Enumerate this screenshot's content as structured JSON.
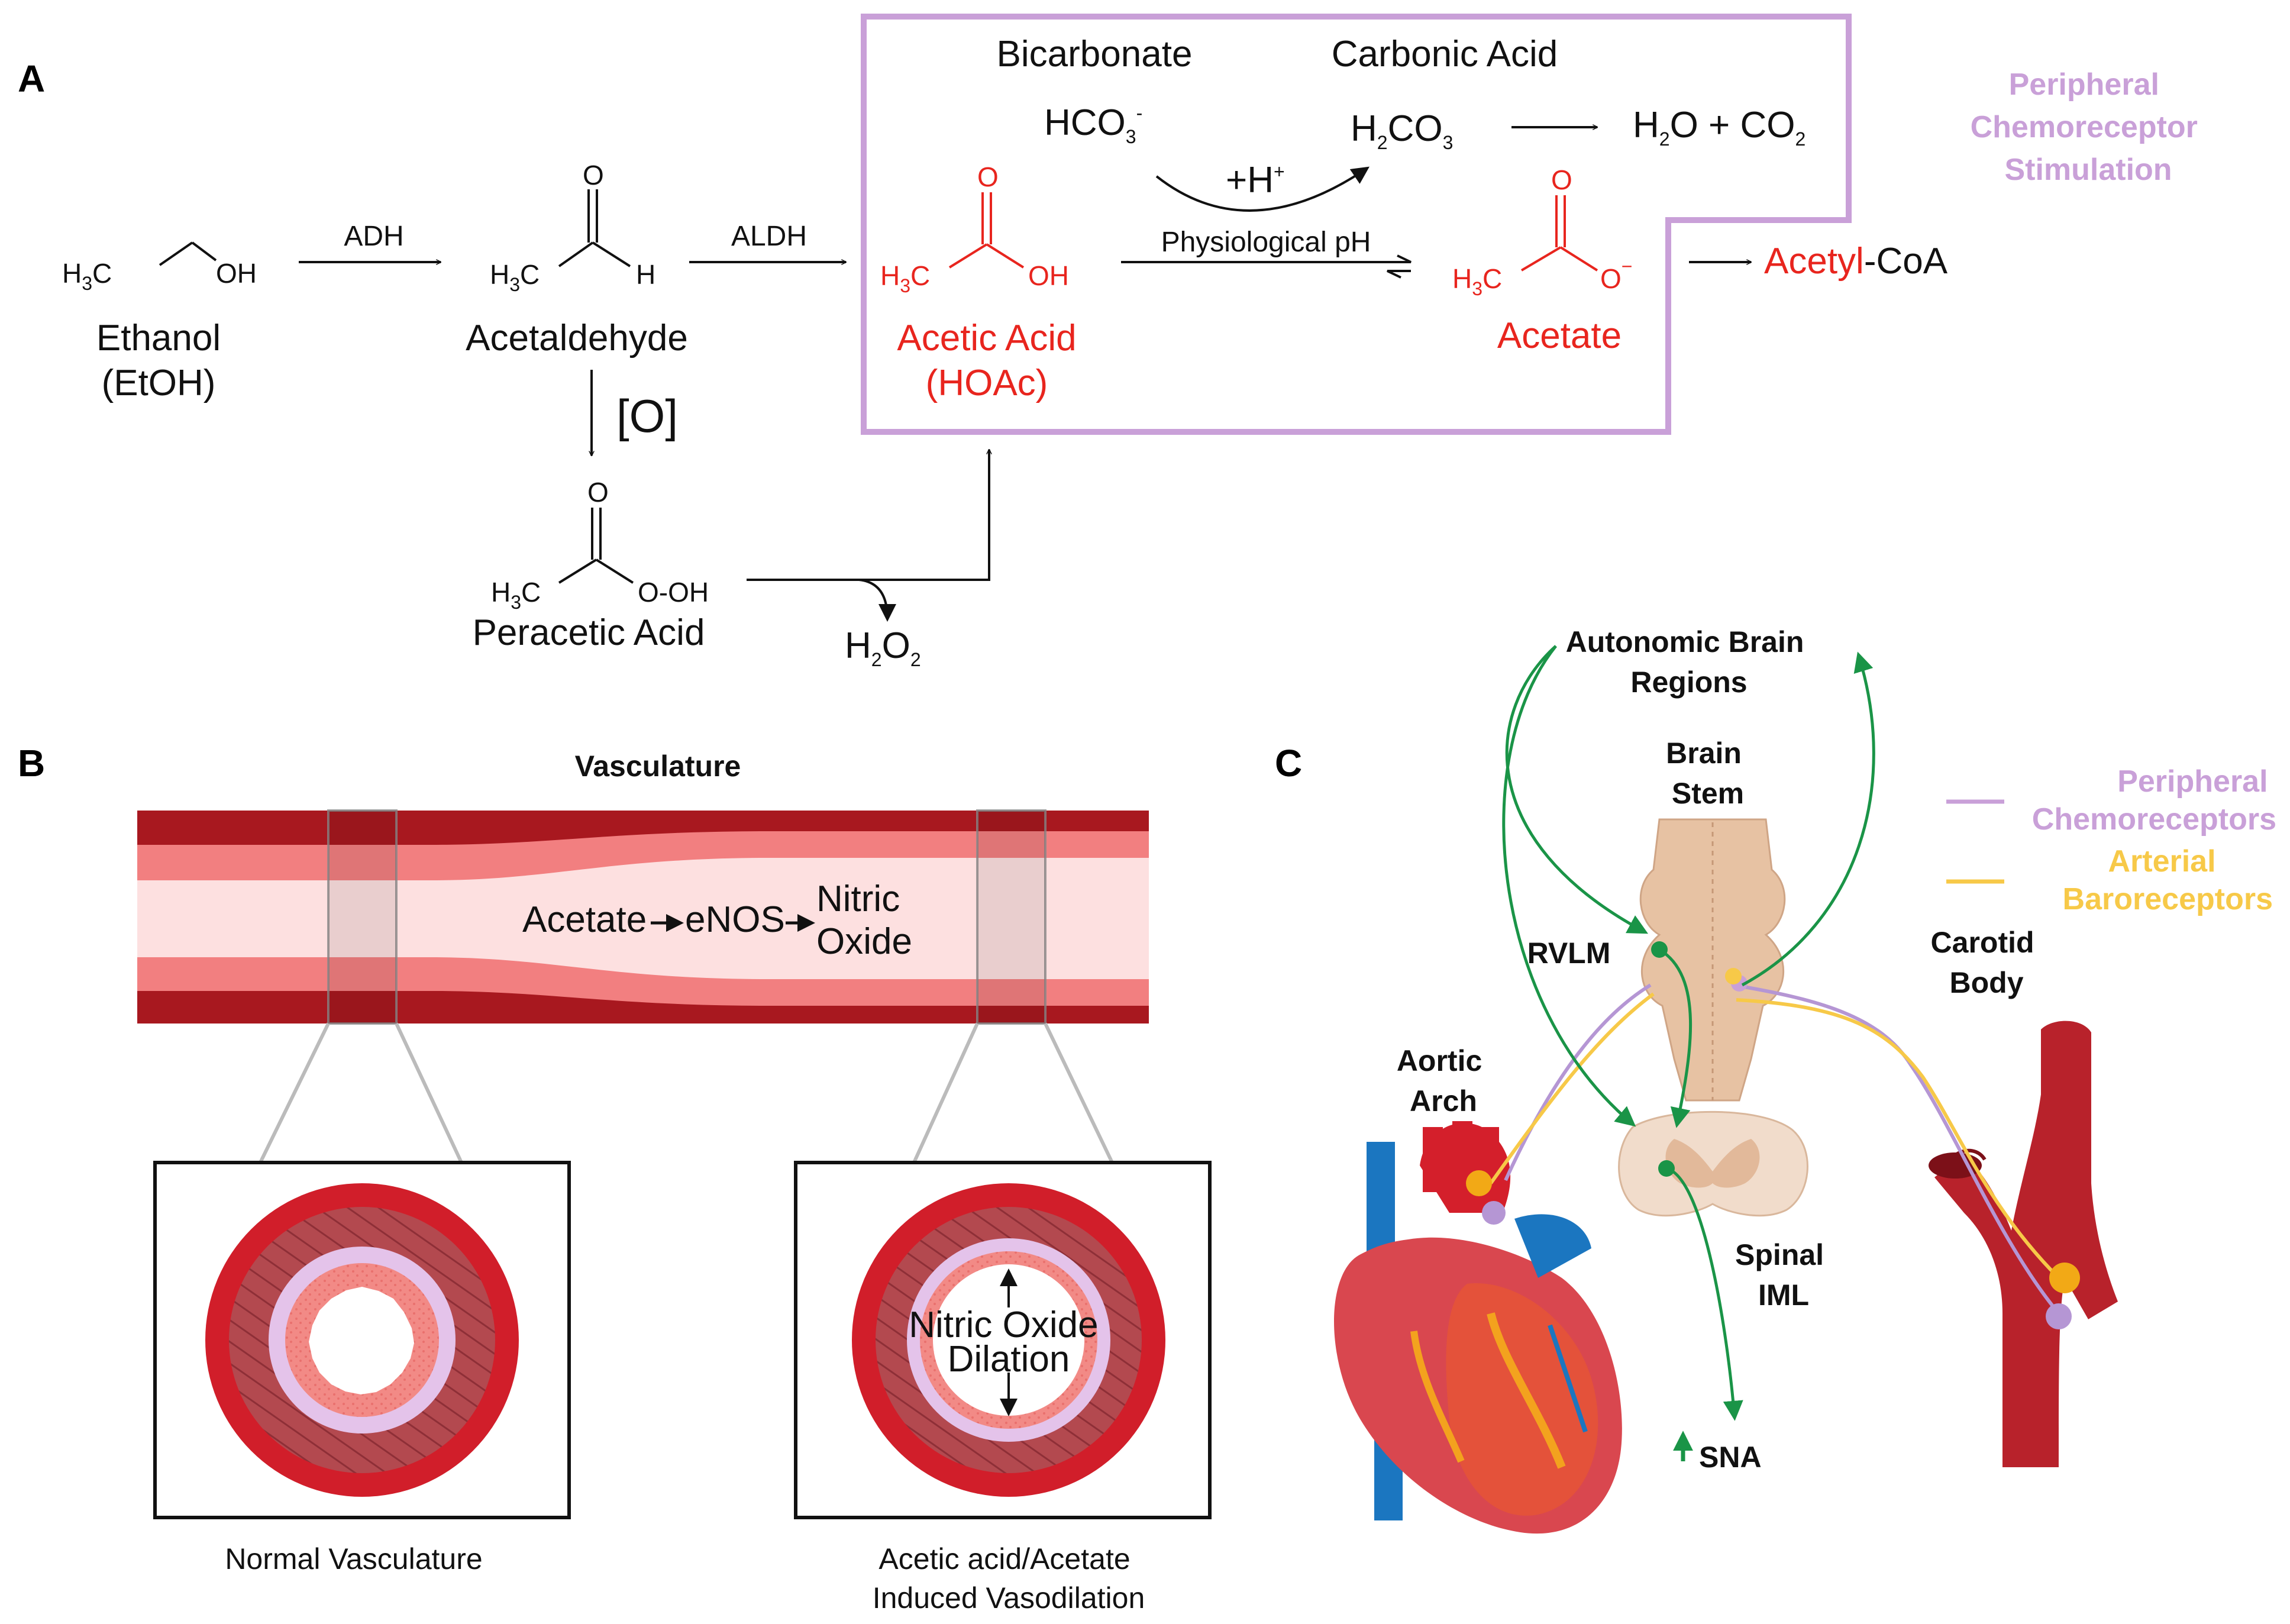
{
  "panels": {
    "a": "A",
    "b": "B",
    "c": "C"
  },
  "panel_a": {
    "ethanol": {
      "name": "Ethanol",
      "abbr": "(EtOH)",
      "oh": "OH"
    },
    "acetaldehyde": {
      "name": "Acetaldehyde",
      "o": "O",
      "h": "H"
    },
    "acetic_acid": {
      "name": "Acetic Acid",
      "abbr": "(HOAc)",
      "o": "O",
      "oh": "OH"
    },
    "acetate": {
      "name": "Acetate",
      "o": "O",
      "charge": "−"
    },
    "peracetic_acid": {
      "name": "Peracetic Acid",
      "o": "O",
      "ooh": "O-OH"
    },
    "methyl": {
      "h": "H",
      "sub": "3",
      "c": "C"
    },
    "enzymes": {
      "adh": "ADH",
      "aldh": "ALDH",
      "oxidation": "[O]"
    },
    "physiological_ph": "Physiological pH",
    "bicarbonate": {
      "name": "Bicarbonate",
      "formula": "HCO",
      "sub": "3",
      "sup": "-"
    },
    "carbonic_acid": {
      "name": "Carbonic Acid",
      "h": "H",
      "sub2": "2",
      "co": "CO",
      "sub3": "3"
    },
    "proton": {
      "text": "+H",
      "sup": "+"
    },
    "products": {
      "h": "H",
      "sub2": "2",
      "o_plus": "O + CO",
      "sub_co2": "2"
    },
    "h2o2": {
      "h": "H",
      "sub_h": "2",
      "o": "O",
      "sub_o": "2"
    },
    "acetyl_coa": {
      "acetyl": "Acetyl",
      "coa": "-CoA"
    },
    "stimulation": [
      "Peripheral",
      "Chemoreceptor",
      "Stimulation"
    ]
  },
  "panel_b": {
    "title": "Vasculature",
    "pathway": {
      "acetate": "Acetate",
      "enos": "eNOS",
      "no_line1": "Nitric",
      "no_line2": "Oxide"
    },
    "normal_caption": "Normal Vasculature",
    "dilated_caption": [
      "Acetic acid/Acetate",
      "Induced Vasodilation"
    ],
    "dilation_label": [
      "Nitric Oxide",
      "Dilation"
    ]
  },
  "panel_c": {
    "autonomic": [
      "Autonomic Brain",
      "Regions"
    ],
    "brainstem": [
      "Brain",
      "Stem"
    ],
    "rvlm": "RVLM",
    "aortic_arch": [
      "Aortic",
      "Arch"
    ],
    "carotid_body": [
      "Carotid",
      "Body"
    ],
    "spinal_iml": [
      "Spinal",
      "IML"
    ],
    "sna": "SNA",
    "legend": {
      "chemo": [
        "Peripheral",
        "Chemoreceptors"
      ],
      "baro": [
        "Arterial",
        "Baroreceptors"
      ]
    }
  },
  "colors": {
    "purple": "#c9a0d8",
    "yellow": "#f7c948",
    "green": "#1a9447",
    "red_text": "#e8251e",
    "vessel_dark": "#a8181f",
    "vessel_mid": "#f27f80",
    "vessel_light": "#fde0e0"
  }
}
